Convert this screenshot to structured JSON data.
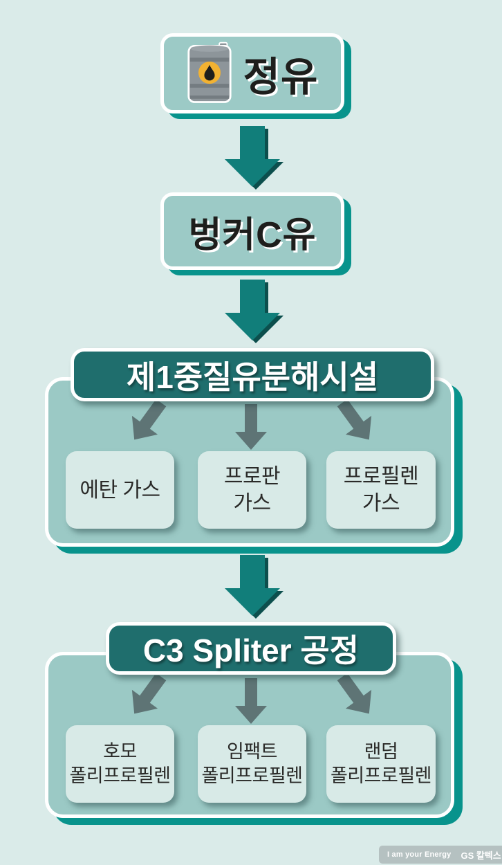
{
  "flow": {
    "refining": {
      "label": "정유"
    },
    "bunker_c": {
      "label": "벙커C유"
    },
    "section1": {
      "header": "제1중질유분해시설",
      "children": [
        {
          "lines": [
            "에탄 가스"
          ]
        },
        {
          "lines": [
            "프로판",
            "가스"
          ]
        },
        {
          "lines": [
            "프로필렌",
            "가스"
          ]
        }
      ]
    },
    "section2": {
      "header": "C3 Spliter 공정",
      "children": [
        {
          "lines": [
            "호모",
            "폴리프로필렌"
          ]
        },
        {
          "lines": [
            "임팩트",
            "폴리프로필렌"
          ]
        },
        {
          "lines": [
            "랜덤",
            "폴리프로필렌"
          ]
        }
      ]
    }
  },
  "footer": {
    "slogan": "I am your Energy",
    "brand": "GS 칼텍스"
  },
  "icons": {
    "barrel": "oil-barrel-icon",
    "logo": "gs-caltex-logo-icon"
  },
  "colors": {
    "background": "#daebe9",
    "node_fill": "#9ccac6",
    "panel_fill": "#9bc9c5",
    "header_fill": "#1f6e6d",
    "child_box_fill": "#d8eae7",
    "teal_shadow": "#08938c",
    "teal_arrow": "#117e7a",
    "teal_arrow_bevel": "#0c4f4d",
    "gray_arrow": "#5e7475",
    "footer_bar": "#b5c1c1",
    "barrel_yellow": "#f2b232",
    "text_dark": "#1e1e1c"
  }
}
